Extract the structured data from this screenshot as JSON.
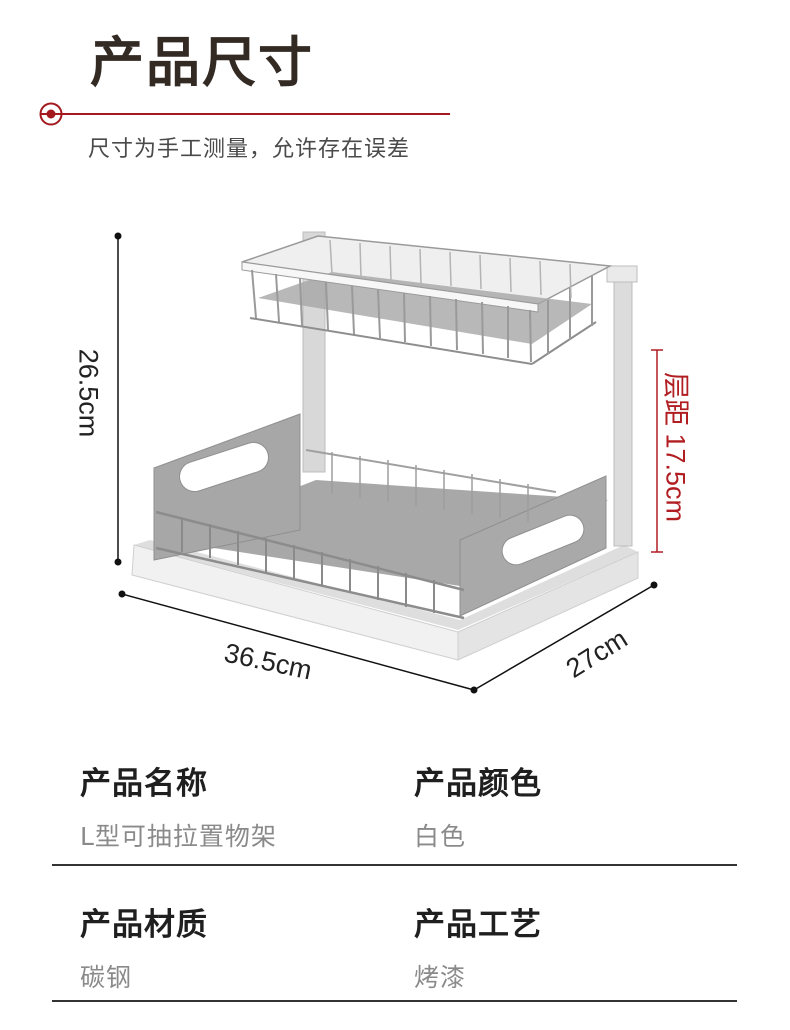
{
  "header": {
    "title": "产品尺寸",
    "subtitle": "尺寸为手工测量，允许存在误差"
  },
  "dimensions": {
    "height": "26.5cm",
    "width": "36.5cm",
    "depth": "27cm",
    "layer_gap": "层距 17.5cm"
  },
  "specs": [
    {
      "label": "产品名称",
      "value": "L型可抽拉置物架"
    },
    {
      "label": "产品颜色",
      "value": "白色"
    },
    {
      "label": "产品材质",
      "value": "碳钢"
    },
    {
      "label": "产品工艺",
      "value": "烤漆"
    }
  ],
  "colors": {
    "accent": "#a3191d",
    "title": "#332a24",
    "value_text": "#8a8a8a"
  }
}
